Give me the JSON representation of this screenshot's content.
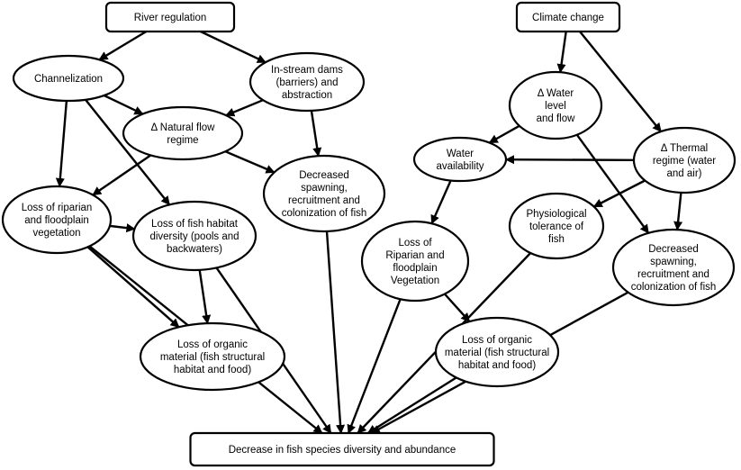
{
  "nodes": {
    "river_regulation": {
      "lines": [
        "River regulation"
      ]
    },
    "channelization": {
      "lines": [
        "Channelization"
      ]
    },
    "instream_dams": {
      "lines": [
        "In-stream dams",
        "(barriers) and",
        "abstraction"
      ]
    },
    "natural_flow_regime": {
      "lines": [
        "Δ Natural flow",
        "regime"
      ]
    },
    "loss_riparian_left": {
      "lines": [
        "Loss of riparian",
        "and floodplain",
        "vegetation"
      ]
    },
    "loss_habitat_diversity": {
      "lines": [
        "Loss of fish habitat",
        "diversity (pools and",
        "backwaters)"
      ]
    },
    "decreased_spawning_left": {
      "lines": [
        "Decreased",
        "spawning,",
        "recruitment and",
        "colonization of fish"
      ]
    },
    "loss_organic_left": {
      "lines": [
        "Loss of organic",
        "material (fish structural",
        "habitat and food)"
      ]
    },
    "climate_change": {
      "lines": [
        "Climate change"
      ]
    },
    "water_level_flow": {
      "lines": [
        "Δ Water",
        "level",
        "and flow"
      ]
    },
    "water_availability": {
      "lines": [
        "Water",
        "availability"
      ]
    },
    "thermal_regime": {
      "lines": [
        "Δ Thermal",
        "regime (water",
        "and air)"
      ]
    },
    "physiological_tolerance": {
      "lines": [
        "Physiological",
        "tolerance of",
        "fish"
      ]
    },
    "loss_riparian_right": {
      "lines": [
        "Loss of",
        "Riparian and",
        "floodplain",
        "Vegetation"
      ]
    },
    "decreased_spawning_right": {
      "lines": [
        "Decreased",
        "spawning,",
        "recruitment and",
        "colonization of fish"
      ]
    },
    "loss_organic_right": {
      "lines": [
        "Loss of organic",
        "material (fish structural",
        "habitat and food)"
      ]
    },
    "decrease_fish_diversity": {
      "lines": [
        "Decrease in fish species diversity and abundance"
      ]
    }
  },
  "edges": [
    [
      "river_regulation",
      "channelization"
    ],
    [
      "river_regulation",
      "instream_dams"
    ],
    [
      "channelization",
      "natural_flow_regime"
    ],
    [
      "channelization",
      "loss_riparian_left"
    ],
    [
      "channelization",
      "loss_habitat_diversity"
    ],
    [
      "instream_dams",
      "natural_flow_regime"
    ],
    [
      "instream_dams",
      "decreased_spawning_left"
    ],
    [
      "natural_flow_regime",
      "loss_riparian_left"
    ],
    [
      "natural_flow_regime",
      "decreased_spawning_left"
    ],
    [
      "loss_riparian_left",
      "loss_habitat_diversity"
    ],
    [
      "loss_riparian_left",
      "loss_organic_left"
    ],
    [
      "loss_riparian_left",
      "decrease_fish_diversity"
    ],
    [
      "loss_habitat_diversity",
      "loss_organic_left"
    ],
    [
      "loss_habitat_diversity",
      "decrease_fish_diversity"
    ],
    [
      "decreased_spawning_left",
      "decrease_fish_diversity"
    ],
    [
      "climate_change",
      "water_level_flow"
    ],
    [
      "climate_change",
      "thermal_regime"
    ],
    [
      "water_level_flow",
      "water_availability"
    ],
    [
      "water_level_flow",
      "decreased_spawning_right"
    ],
    [
      "thermal_regime",
      "water_availability"
    ],
    [
      "thermal_regime",
      "physiological_tolerance"
    ],
    [
      "thermal_regime",
      "decreased_spawning_right"
    ],
    [
      "water_availability",
      "loss_riparian_right"
    ],
    [
      "loss_riparian_right",
      "loss_organic_right"
    ],
    [
      "loss_riparian_right",
      "decrease_fish_diversity"
    ],
    [
      "physiological_tolerance",
      "decrease_fish_diversity"
    ],
    [
      "loss_organic_right",
      "decrease_fish_diversity"
    ],
    [
      "decreased_spawning_right",
      "decrease_fish_diversity"
    ]
  ]
}
